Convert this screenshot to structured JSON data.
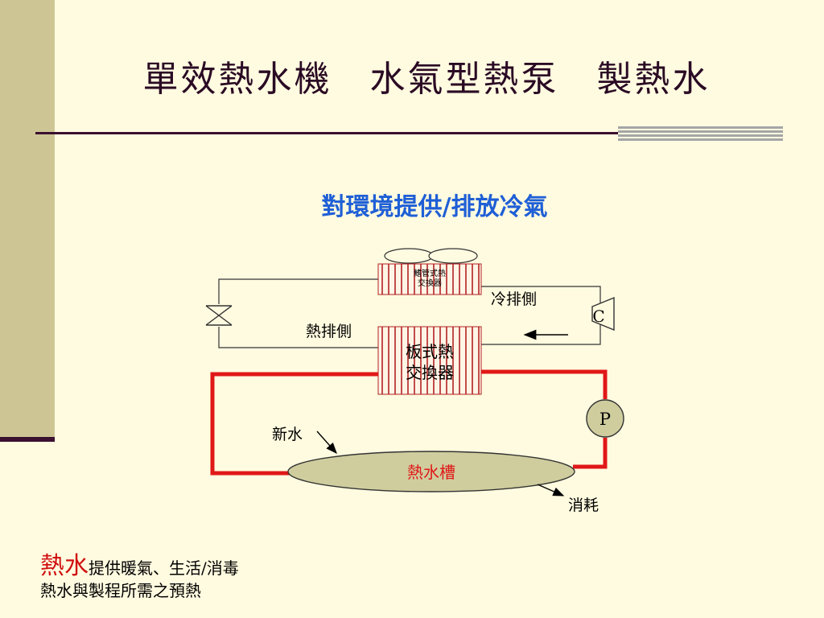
{
  "title": "單效熱水機　水氣型熱泵　製熱水",
  "subtitle": "對環境提供/排放冷氣",
  "diagram": {
    "top_exchanger": "鰭管式熱\n交換器",
    "plate_exchanger": "板式熱\n交換器",
    "compressor": "C",
    "pump": "P",
    "cold_side": "冷排側",
    "hot_side": "熱排側",
    "fresh_water": "新水",
    "tank": "熱水槽",
    "consumption": "消耗"
  },
  "footer": {
    "highlight": "熱水",
    "line1": "提供暖氣、生活/消毒",
    "line2": "熱水與製程所需之預熱"
  },
  "colors": {
    "accent_red": "#e01818",
    "title_color": "#2a0a24",
    "subtitle_blue": "#1f5fd6",
    "background": "#fffbe0"
  }
}
